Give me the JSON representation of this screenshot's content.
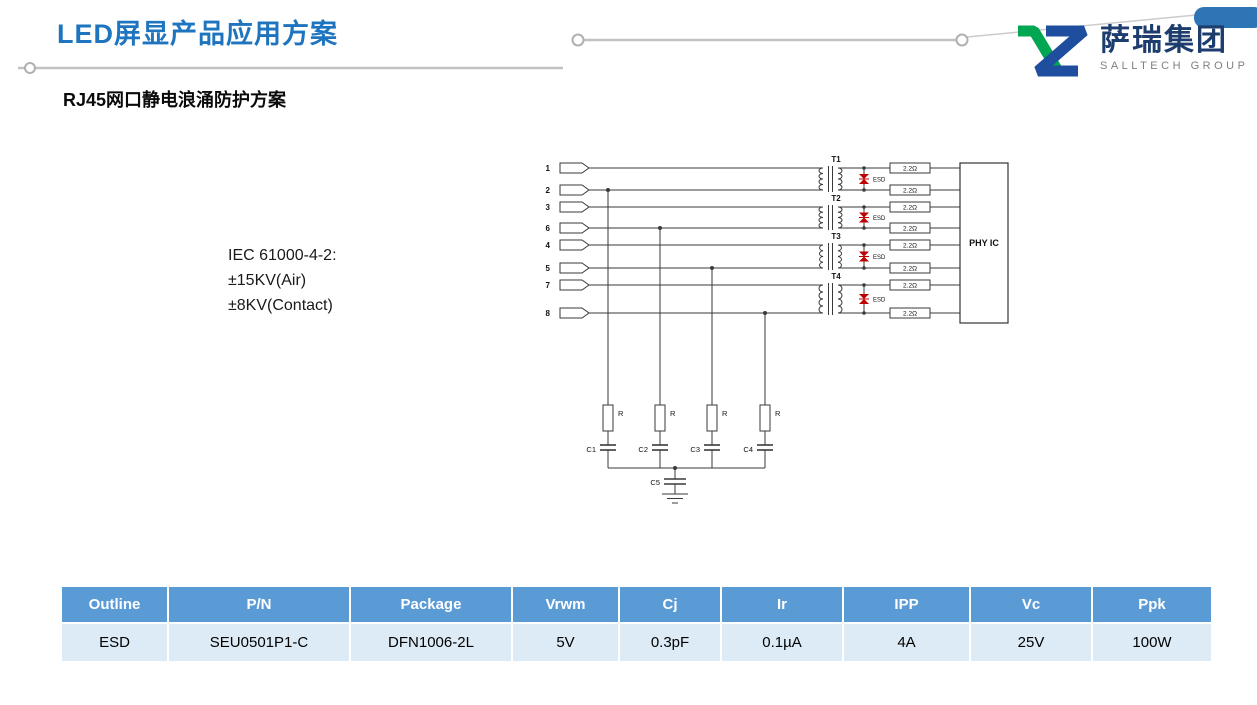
{
  "slide": {
    "title": "LED屏显产品应用方案",
    "subtitle": "RJ45网口静电浪涌防护方案"
  },
  "logo": {
    "company_cn": "萨瑞集团",
    "company_en": "SALLTECH GROUP"
  },
  "spec_note": {
    "line1": "IEC 61000-4-2:",
    "line2": "±15KV(Air)",
    "line3": "±8KV(Contact)"
  },
  "diagram": {
    "pins": [
      "1",
      "2",
      "3",
      "6",
      "4",
      "5",
      "7",
      "8"
    ],
    "transformers": [
      "T1",
      "T2",
      "T3",
      "T4"
    ],
    "esd_label": "ESD",
    "resistor_value": "2.2Ω",
    "r_label": "R",
    "capacitors": [
      "C1",
      "C2",
      "C3",
      "C4",
      "C5"
    ],
    "phy_label": "PHY IC"
  },
  "table": {
    "headers": [
      "Outline",
      "P/N",
      "Package",
      "Vrwm",
      "Cj",
      "Ir",
      "IPP",
      "Vc",
      "Ppk"
    ],
    "rows": [
      [
        "ESD",
        "SEU0501P1-C",
        "DFN1006-2L",
        "5V",
        "0.3pF",
        "0.1µA",
        "4A",
        "25V",
        "100W"
      ]
    ]
  },
  "colors": {
    "title_blue": "#1E74BE",
    "table_header_bg": "#5B9BD5",
    "table_row_bg": "#DDEBF6",
    "logo_green": "#00A651",
    "logo_blue": "#1F4E9F",
    "esd_red": "#C00000",
    "badge_blue": "#2E75B6"
  }
}
